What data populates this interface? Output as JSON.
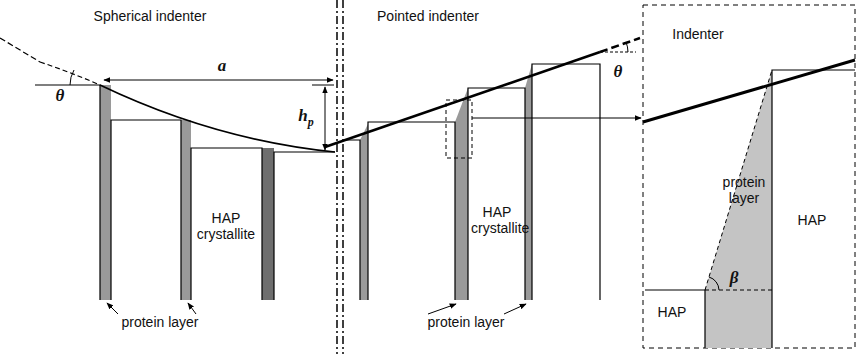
{
  "diagram": {
    "labels": [
      "Spherical indenter",
      "Pointed indenter",
      "θ",
      "a",
      "hp",
      "HAP crystallite",
      "protein layer",
      "θ",
      "HAP crystallite",
      "protein layer",
      "Indenter",
      "protein layer",
      "HAP",
      "HAP",
      "β"
    ]
  }
}
